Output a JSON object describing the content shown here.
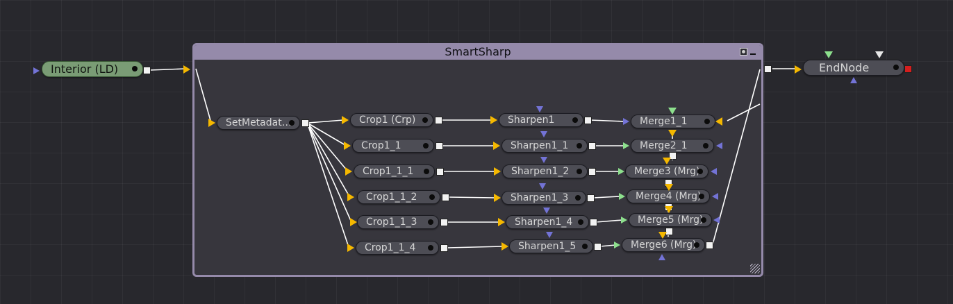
{
  "group": {
    "title": "SmartSharp"
  },
  "nodes": {
    "interior": "Interior  (LD)",
    "endnode": "EndNode",
    "setmetadata": "SetMetadat…",
    "crop": [
      "Crop1  (Crp)",
      "Crop1_1",
      "Crop1_1_1",
      "Crop1_1_2",
      "Crop1_1_3",
      "Crop1_1_4"
    ],
    "sharpen": [
      "Sharpen1",
      "Sharpen1_1",
      "Sharpen1_2",
      "Sharpen1_3",
      "Sharpen1_4",
      "Sharpen1_5"
    ],
    "merge": [
      "Merge1_1",
      "Merge2_1",
      "Merge3  (Mrg)",
      "Merge4  (Mrg)",
      "Merge5  (Mrg)",
      "Merge6  (Mrg)"
    ]
  },
  "colors": {
    "background": "#28282d",
    "group_frame": "#958aaa",
    "node_fill": "#4d4d55",
    "loader_fill": "#7a9c75",
    "wire": "#ffffff",
    "input_main": "#f5b800",
    "input_mask": "#7373d6",
    "input_foreground": "#8de08d",
    "output_port": "#f2f2f2"
  }
}
